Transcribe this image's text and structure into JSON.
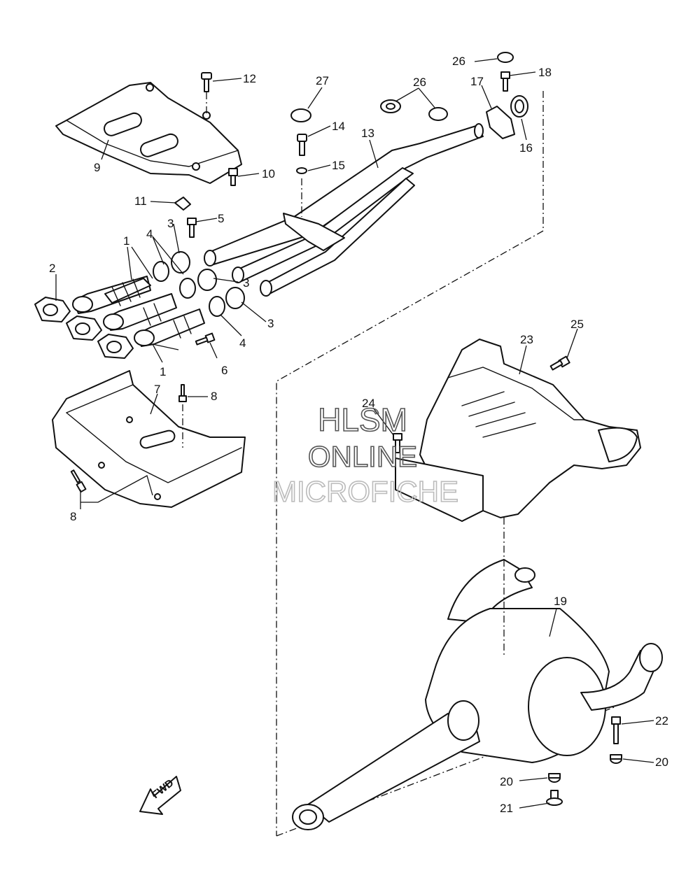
{
  "watermark": {
    "line1": "HLSM",
    "line2": "ONLINE",
    "line3": "MICROFICHE"
  },
  "direction_label": "FWD",
  "callouts": {
    "c1a": "1",
    "c1b": "1",
    "c2": "2",
    "c3a": "3",
    "c3b": "3",
    "c3c": "3",
    "c4a": "4",
    "c4b": "4",
    "c5": "5",
    "c6": "6",
    "c7": "7",
    "c8a": "8",
    "c8b": "8",
    "c9": "9",
    "c10": "10",
    "c11": "11",
    "c12": "12",
    "c13": "13",
    "c14": "14",
    "c15": "15",
    "c16": "16",
    "c17": "17",
    "c18": "18",
    "c19": "19",
    "c20a": "20",
    "c20b": "20",
    "c21": "21",
    "c22": "22",
    "c23": "23",
    "c24": "24",
    "c25": "25",
    "c26a": "26",
    "c26b": "26",
    "c27": "27"
  }
}
